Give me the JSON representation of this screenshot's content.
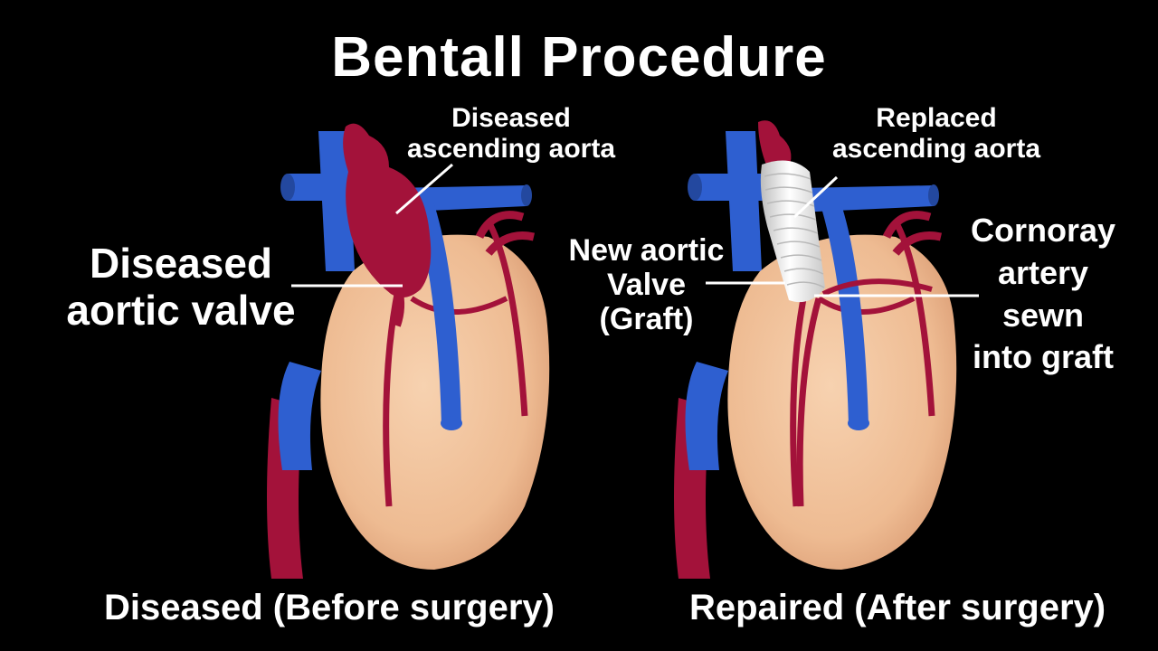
{
  "title": "Bentall Procedure",
  "left_panel": {
    "label_aorta": [
      "Diseased",
      "ascending aorta"
    ],
    "label_valve": [
      "Diseased",
      "aortic valve"
    ],
    "caption": "Diseased (Before surgery)"
  },
  "right_panel": {
    "label_aorta": [
      "Replaced",
      "ascending aorta"
    ],
    "label_valve": [
      "New aortic",
      "Valve",
      "(Graft)"
    ],
    "label_coronary": [
      "Cornoray",
      "artery",
      "sewn",
      "into graft"
    ],
    "caption": "Repaired (After surgery)"
  },
  "colors": {
    "background": "#000000",
    "heart": "#f2c29b",
    "vein": "#2e5fd0",
    "artery": "#a3123a",
    "graft": "#eeeeee",
    "text": "#ffffff"
  }
}
